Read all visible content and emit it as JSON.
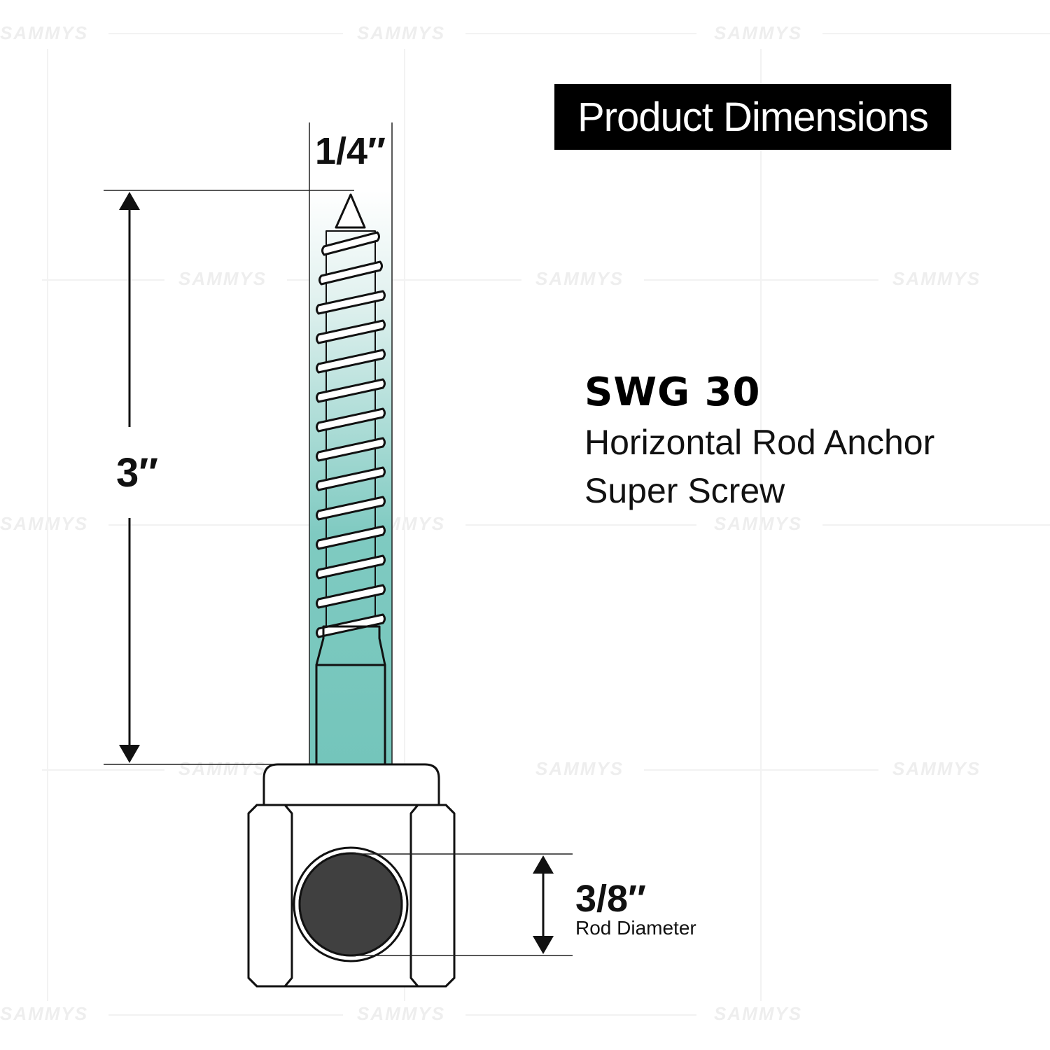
{
  "watermark": "SAMMYS",
  "title": "Product Dimensions",
  "product": {
    "model": "SWG 30",
    "description_line1": "Horizontal Rod Anchor",
    "description_line2": "Super Screw"
  },
  "dimensions": {
    "width": "1/4″",
    "length": "3″",
    "rod_diameter": "3/8″",
    "rod_diameter_label": "Rod Diameter"
  },
  "colors": {
    "teal": "#76c6bd",
    "rod": "#404040",
    "title_bg": "#000000",
    "outline": "#111111"
  }
}
